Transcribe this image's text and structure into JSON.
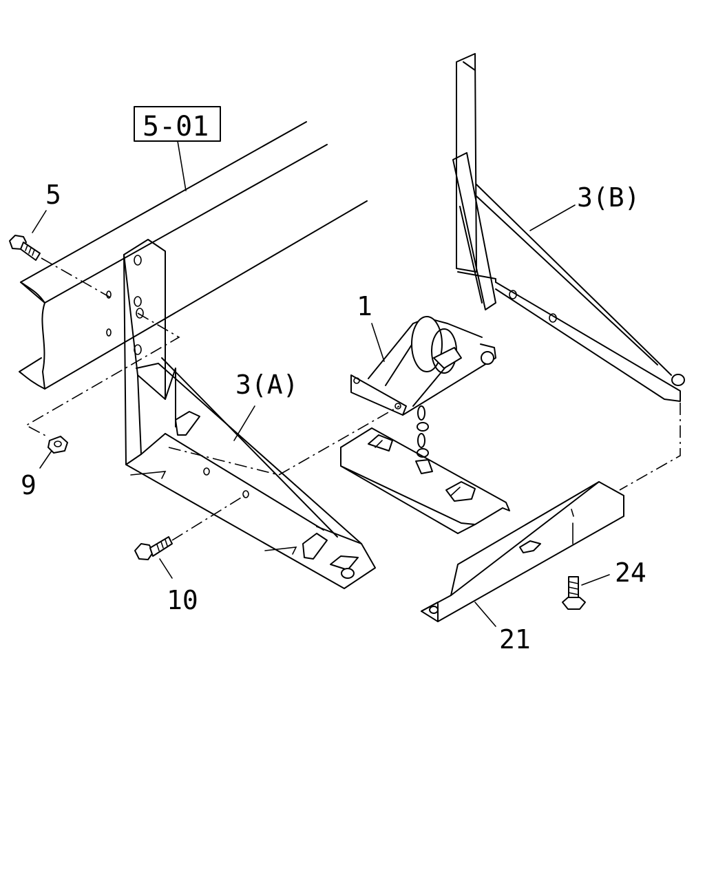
{
  "reference_box": {
    "label": "5-01"
  },
  "callouts": {
    "c1": "1",
    "c3a": "3(A)",
    "c3b": "3(B)",
    "c5": "5",
    "c9": "9",
    "c10": "10",
    "c21": "21",
    "c24": "24"
  }
}
